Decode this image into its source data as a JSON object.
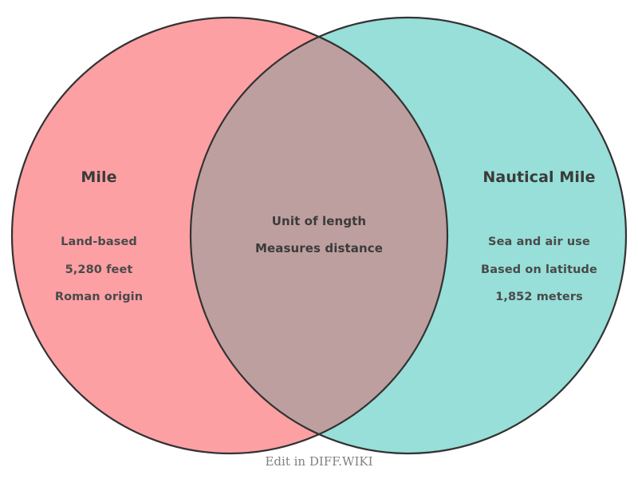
{
  "diagram": {
    "type": "venn",
    "background_color": "#ffffff",
    "stroke_color": "#333333",
    "left_set": {
      "title": "Mile",
      "fill_color": "#fca0a3",
      "items": [
        "Land-based",
        "5,280 feet",
        "Roman origin"
      ]
    },
    "right_set": {
      "title": "Nautical Mile",
      "fill_color": "#97dfd8",
      "items": [
        "Sea and air use",
        "Based on latitude",
        "1,852 meters"
      ]
    },
    "intersection": {
      "fill_color": "#be9f9f",
      "items": [
        "Unit of length",
        "Measures distance"
      ]
    }
  },
  "footer": {
    "edit_label": "Edit in DIFF.WIKI"
  }
}
